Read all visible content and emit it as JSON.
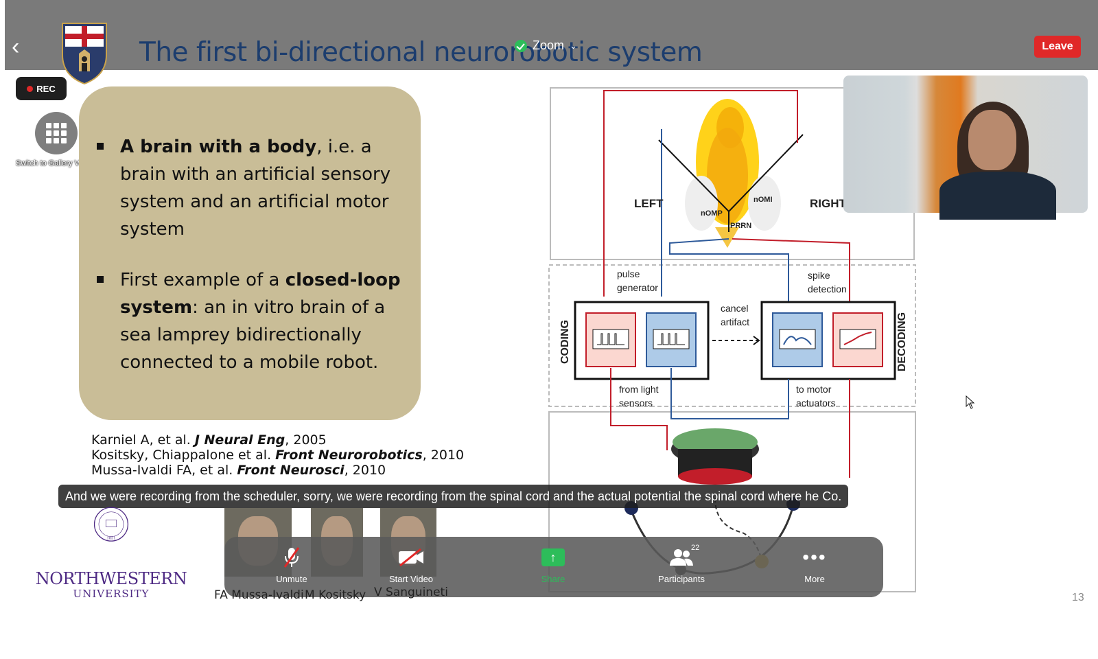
{
  "meeting": {
    "app_label": "Zoom",
    "leave_label": "Leave",
    "rec_label": "REC",
    "gallery_label": "Switch to Gallery View",
    "colors": {
      "leave": "#e02828",
      "secure": "#2dbd5a",
      "topbar": "#7a7a7a"
    }
  },
  "slide": {
    "title": "The first bi-directional neurorobotic system",
    "bullets": [
      {
        "bold": "A brain with a body",
        "rest": ", i.e. a brain with an artificial sensory system and an artificial motor system"
      },
      {
        "pre": "First example of a ",
        "bold": "closed-loop system",
        "rest": ": an in vitro brain of a sea lamprey bidirectionally connected to a mobile robot."
      }
    ],
    "references": [
      {
        "pre": "Karniel A, et al. ",
        "journal": "J Neural Eng",
        "year": ", 2005"
      },
      {
        "pre": "Kositsky, Chiappalone  et al. ",
        "journal": "Front Neurorobotics",
        "year": ", 2010"
      },
      {
        "pre": "Mussa-Ivaldi FA, et al. ",
        "journal": "Front Neurosci",
        "year": ", 2010"
      }
    ],
    "diagram": {
      "left": "LEFT",
      "right": "RIGHT",
      "nomp": "nOMP",
      "nomi": "nOMI",
      "prrn": "PRRN",
      "pulse_generator": [
        "pulse",
        "generator"
      ],
      "spike_detection": [
        "spike",
        "detection"
      ],
      "cancel_artifact": [
        "cancel",
        "artifact"
      ],
      "coding": "CODING",
      "decoding": "DECODING",
      "from_light_sensors": [
        "from light",
        "sensors"
      ],
      "to_motor_actuators": [
        "to motor",
        "actuators"
      ]
    },
    "university": {
      "name": "NORTHWESTERN",
      "sub": "UNIVERSITY",
      "seal_year": "1851"
    },
    "people": [
      "FA Mussa-Ivaldi",
      "M Kositsky",
      "V Sanguineti"
    ],
    "page_number": "13"
  },
  "caption": "And we were recording from the scheduler, sorry, we were recording from the spinal cord and the actual potential the spinal cord where he Co.",
  "toolbar": {
    "unmute": "Unmute",
    "start_video": "Start Video",
    "share": "Share",
    "participants": "Participants",
    "participants_count": "22",
    "more": "More"
  }
}
